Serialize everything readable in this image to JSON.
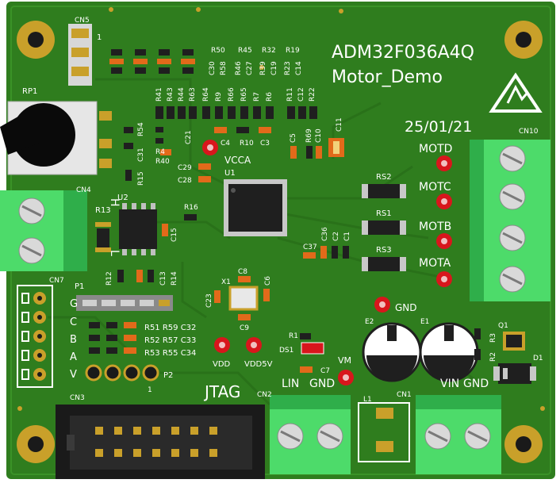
{
  "board": {
    "title": "ADM32F036A4Q",
    "subtitle": "Motor_Demo",
    "date": "25/01/21",
    "colors": {
      "pcb": "#2f7d1e",
      "pcb_dark": "#25681a",
      "silk": "#ffffff",
      "gold": "#c9a02a",
      "terminal": "#4ddb6a",
      "terminal_dark": "#2fae4a",
      "chip": "#1f1f1f",
      "testpoint": "#d8161c",
      "smd_pad": "#c8c8c8"
    }
  },
  "labels": {
    "cn1": "CN1",
    "cn2": "CN2",
    "cn3": "CN3",
    "cn4": "CN4",
    "cn5": "CN5",
    "cn7": "CN7",
    "cn10": "CN10",
    "rp1": "RP1",
    "u1": "U1",
    "u2": "U2",
    "x1": "X1",
    "p1": "P1",
    "p2": "P2",
    "jtag": "JTAG",
    "vcca": "VCCA",
    "vdd": "VDD",
    "vdd5v": "VDD5V",
    "vm": "VM",
    "lin": "LIN",
    "gnd_lin": "GND",
    "vin": "VIN",
    "gnd_vin": "GND",
    "gnd_tp": "GND",
    "motd": "MOTD",
    "motc": "MOTC",
    "motb": "MOTB",
    "mota": "MOTA",
    "rs1": "RS1",
    "rs2": "RS2",
    "rs3": "RS3",
    "e1": "E1",
    "e2": "E2",
    "l1": "L1",
    "q1": "Q1",
    "d1": "D1",
    "ds1": "DS1",
    "pin1_cn5": "1",
    "pin1_p2": "1",
    "r13": "R13",
    "r12": "R12",
    "r14": "R14",
    "r16": "R16",
    "r15": "R15",
    "r54": "R54",
    "r4": "R4",
    "r40": "R40",
    "r1": "R1",
    "r2": "R2",
    "r3": "R3",
    "c13": "C13",
    "c15": "C15",
    "c21": "C21",
    "c31": "C31",
    "c29": "C29",
    "c28": "C28",
    "c4": "C4",
    "r10": "R10",
    "c3": "C3",
    "c5": "C5",
    "c10": "C10",
    "c11": "C11",
    "c8": "C8",
    "c9": "C9",
    "c6": "C6",
    "c23": "C23",
    "c37": "C37",
    "c36": "C36",
    "c2": "C2",
    "c1": "C1",
    "c7": "C7",
    "r69": "R69",
    "top_row1": [
      "R50",
      "R45",
      "R32",
      "R19"
    ],
    "top_row2": [
      "C30",
      "R58",
      "R46",
      "C27",
      "R39",
      "C19",
      "R23",
      "C14"
    ],
    "mid_row": [
      "R41",
      "R43",
      "R44",
      "R63",
      "R64",
      "R9",
      "R66",
      "R65",
      "R7",
      "R6",
      "R11",
      "C12",
      "R22"
    ],
    "cn7_letters": [
      "G",
      "C",
      "B",
      "A",
      "V"
    ],
    "res_rows": [
      "R51 R59 C32",
      "R52 R57 C33",
      "R53 R55 C34"
    ],
    "line_h": "H",
    "line_l": "L"
  }
}
